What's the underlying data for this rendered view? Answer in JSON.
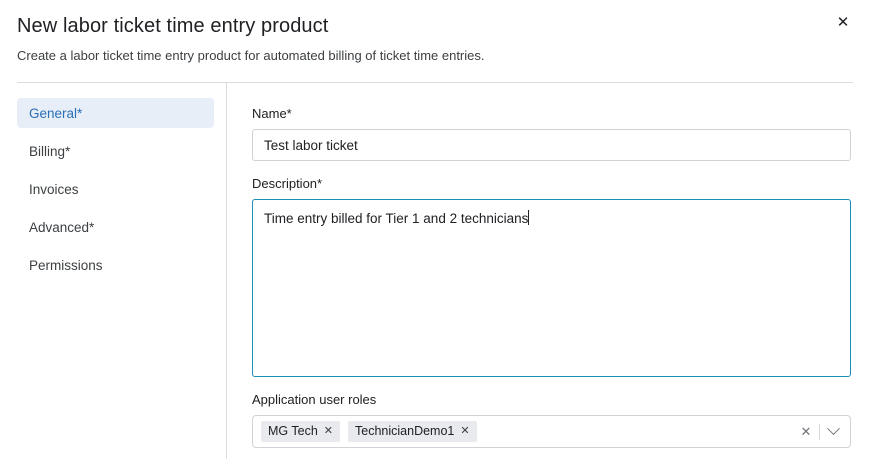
{
  "dialog": {
    "title": "New labor ticket time entry product",
    "subtitle": "Create a labor ticket time entry product for automated billing of ticket time entries.",
    "close_label": "✕"
  },
  "sidebar": {
    "items": [
      {
        "label": "General*",
        "active": true
      },
      {
        "label": "Billing*",
        "active": false
      },
      {
        "label": "Invoices",
        "active": false
      },
      {
        "label": "Advanced*",
        "active": false
      },
      {
        "label": "Permissions",
        "active": false
      }
    ]
  },
  "form": {
    "name": {
      "label": "Name*",
      "value": "Test labor ticket",
      "placeholder": ""
    },
    "description": {
      "label": "Description*",
      "value": "Time entry billed for Tier 1 and 2 technicians",
      "placeholder": "",
      "focused": true
    },
    "application_user_roles": {
      "label": "Application user roles",
      "chips": [
        {
          "label": "MG Tech",
          "remove_label": "✕"
        },
        {
          "label": "TechnicianDemo1",
          "remove_label": "✕"
        }
      ],
      "clear_label": "✕"
    }
  },
  "colors": {
    "accent_blue": "#2a6fb5",
    "active_bg": "#e8eef7",
    "focus_border": "#1a8fb8",
    "border": "#d0d3d6",
    "divider": "#dadce0",
    "chip_bg": "#e8eaed",
    "text": "#202124",
    "muted": "#70757a"
  }
}
